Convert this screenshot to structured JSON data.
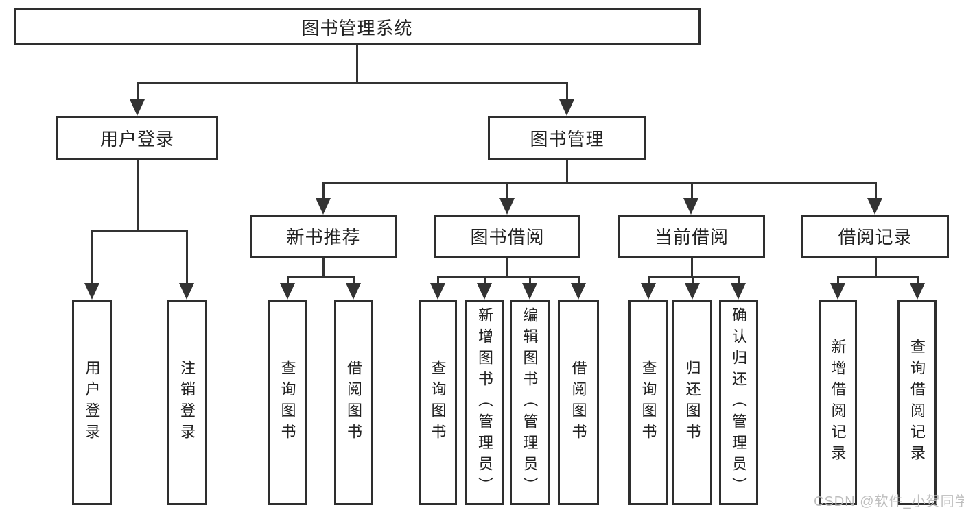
{
  "tree": {
    "root": {
      "label": "图书管理系统"
    },
    "branches": [
      {
        "label": "用户登录",
        "children": [
          "用户登录",
          "注销登录"
        ]
      },
      {
        "label": "图书管理",
        "sections": [
          {
            "label": "新书推荐",
            "children": [
              "查询图书",
              "借阅图书"
            ]
          },
          {
            "label": "图书借阅",
            "children": [
              "查询图书",
              "新增图书（管理员）",
              "编辑图书（管理员）",
              "借阅图书"
            ]
          },
          {
            "label": "当前借阅",
            "children": [
              "查询图书",
              "归还图书",
              "确认归还（管理员）"
            ]
          },
          {
            "label": "借阅记录",
            "children": [
              "新增借阅记录",
              "查询借阅记录"
            ]
          }
        ]
      }
    ]
  },
  "watermark": "CSDN @软件_小贺同学",
  "colors": {
    "line": "#333333",
    "border": "#2e2e2e",
    "text": "#222222",
    "watermark": "#bababa",
    "background": "#ffffff"
  }
}
